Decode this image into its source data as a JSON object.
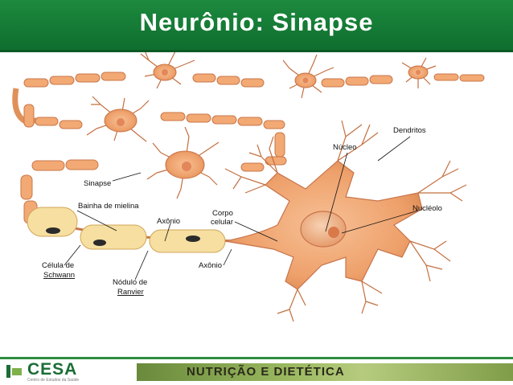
{
  "title": "Neurônio: Sinapse",
  "labels": {
    "dendritos": "Dendritos",
    "nucleo": "Núcleo",
    "sinapse": "Sinapse",
    "bainha": "Bainha de mielina",
    "corpo_1": "Corpo",
    "corpo_2": "celular",
    "nucleolo": "Nucléolo",
    "axonio_top": "Axônio",
    "celula_1": "Célula de",
    "celula_2": "Schwann",
    "nodulo_1": "Nódulo de",
    "nodulo_2": "Ranvier",
    "axonio_bottom": "Axônio"
  },
  "footer": {
    "logo": "CESA",
    "logo_sub": "Centro de Estudos da Saúde",
    "banner": "NUTRIÇÃO E DIETÉTICA"
  },
  "colors": {
    "header": "#1b7f3a",
    "neuron": "#f0a36a",
    "neuron_dark": "#c8744a",
    "myelin": "#f6dfa0"
  }
}
